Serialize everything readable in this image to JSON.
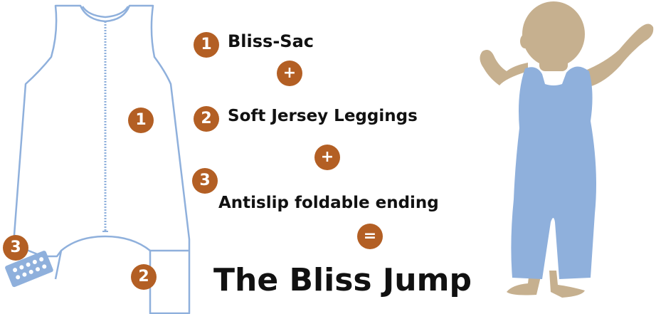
{
  "colors": {
    "badge": "#b35f24",
    "garment_outline": "#8fb0dc",
    "baby_skin": "#c6b08f",
    "baby_suit": "#8fb0dc"
  },
  "diagram": {
    "marker_1": "1",
    "marker_2": "2",
    "marker_3": "3"
  },
  "steps": [
    {
      "badge": "1",
      "label": "Bliss-Sac"
    },
    {
      "badge": "2",
      "label": "Soft Jersey Leggings"
    },
    {
      "badge": "3",
      "label": "Antislip foldable ending"
    }
  ],
  "operators": {
    "plus_1": "+",
    "plus_2": "+",
    "equals": "="
  },
  "result": "The Bliss Jump"
}
